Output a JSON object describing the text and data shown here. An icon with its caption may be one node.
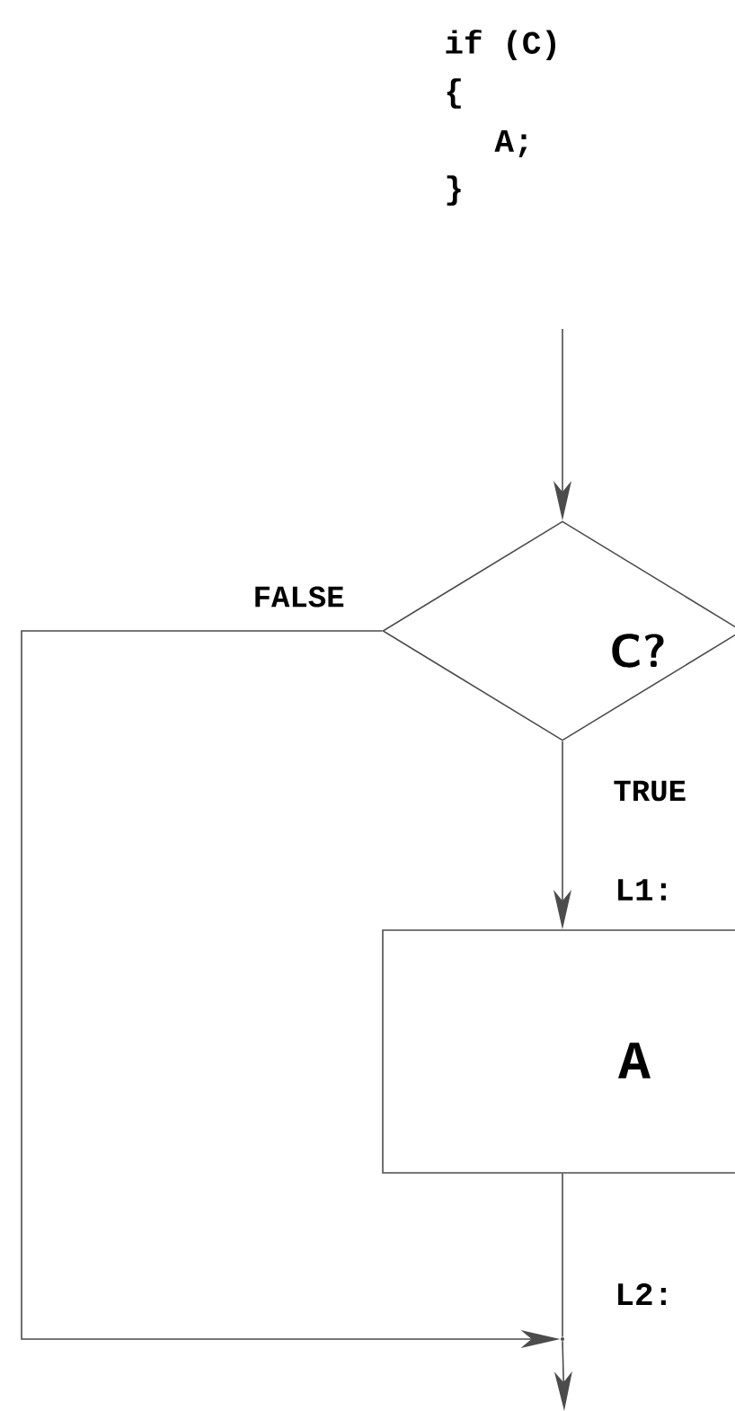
{
  "diagram": {
    "nodes": [
      {
        "text": [
          "C?"
        ]
      },
      {
        "text": [
          "A"
        ]
      },
      {
        "text": [],
        "shape": "point"
      }
    ],
    "edges": [
      {
        "from": null,
        "to": 0,
        "arrow": "to"
      },
      {
        "from": 0,
        "to": 1,
        "arrow": "to",
        "label": "TRUE"
      },
      {
        "from": 0,
        "to": 2,
        "arrow": "to",
        "label": "FALSE"
      },
      {
        "from": 1,
        "to": 2,
        "arrow": "none"
      },
      {
        "from": 2,
        "to": null,
        "arrow": "to"
      }
    ],
    "labels": [
      "if (C)",
      "{",
      "A;",
      "}",
      "L1:",
      "L2:"
    ]
  }
}
